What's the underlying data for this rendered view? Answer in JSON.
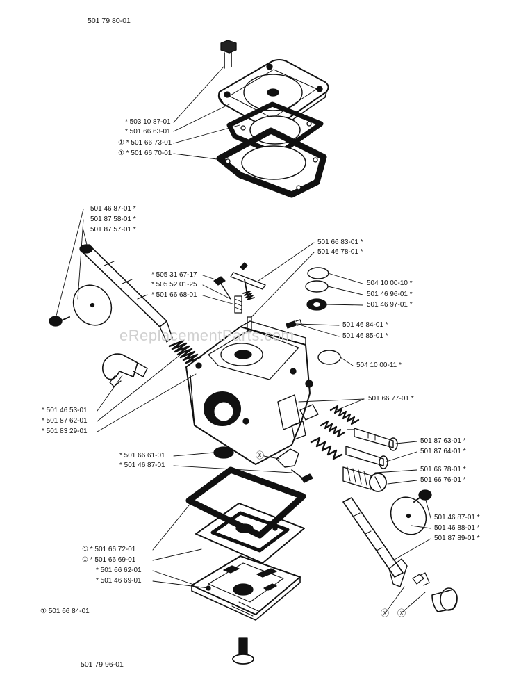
{
  "header": {
    "assembly_number": "501 79 80-01"
  },
  "footer": {
    "assembly_number": "501 79 96-01"
  },
  "kit_note": {
    "symbol": "①",
    "text": "501 66 84-01"
  },
  "watermark": "eReplacementParts.com",
  "symbols": {
    "kit": "①",
    "circled_x": "ⓧ"
  },
  "labels": [
    {
      "id": "p50310871",
      "text": "* 503 10 87-01"
    },
    {
      "id": "p50166631",
      "text": "* 501 66 63-01"
    },
    {
      "id": "p50166731",
      "text": "① * 501 66 73-01"
    },
    {
      "id": "p50166701",
      "text": "① * 501 66 70-01"
    },
    {
      "id": "p50146871a",
      "text": "501 46 87-01 *"
    },
    {
      "id": "p50187581",
      "text": "501 87 58-01 *"
    },
    {
      "id": "p50187571",
      "text": "501 87 57-01 *"
    },
    {
      "id": "p50166831",
      "text": "501 66 83-01 *"
    },
    {
      "id": "p50146781",
      "text": "501 46 78-01 *"
    },
    {
      "id": "p50531671",
      "text": "* 505 31 67-17"
    },
    {
      "id": "p50552011",
      "text": "* 505 52 01-25"
    },
    {
      "id": "p50166681",
      "text": "* 501 66 68-01"
    },
    {
      "id": "p50410001",
      "text": "504 10 00-10 *"
    },
    {
      "id": "p50146961",
      "text": "501 46 96-01 *"
    },
    {
      "id": "p50146971",
      "text": "501 46 97-01 *"
    },
    {
      "id": "p50146841",
      "text": "501 46 84-01 *"
    },
    {
      "id": "p50146851",
      "text": "501 46 85-01 *"
    },
    {
      "id": "p50410011",
      "text": "504 10 00-11 *"
    },
    {
      "id": "p50166771",
      "text": "501 66 77-01 *"
    },
    {
      "id": "p50146531",
      "text": "* 501 46 53-01"
    },
    {
      "id": "p50187621",
      "text": "* 501 87 62-01"
    },
    {
      "id": "p50183291",
      "text": "* 501 83 29-01"
    },
    {
      "id": "p50187631",
      "text": "501 87 63-01 *"
    },
    {
      "id": "p50187641",
      "text": "501 87 64-01 *"
    },
    {
      "id": "p50166611",
      "text": "* 501 66 61-01"
    },
    {
      "id": "p50146871b",
      "text": "* 501 46 87-01"
    },
    {
      "id": "p50166781",
      "text": "501 66 78-01 *"
    },
    {
      "id": "p50166761",
      "text": "501 66 76-01 *"
    },
    {
      "id": "p50146871c",
      "text": "501 46 87-01 *"
    },
    {
      "id": "p50146881",
      "text": "501 46 88-01 *"
    },
    {
      "id": "p50187891",
      "text": "501 87 89-01 *"
    },
    {
      "id": "p50166721",
      "text": "① * 501 66 72-01"
    },
    {
      "id": "p50166691",
      "text": "① * 501 66 69-01"
    },
    {
      "id": "p50166621",
      "text": "* 501 66 62-01"
    },
    {
      "id": "p50146691",
      "text": "* 501 46 69-01"
    }
  ]
}
